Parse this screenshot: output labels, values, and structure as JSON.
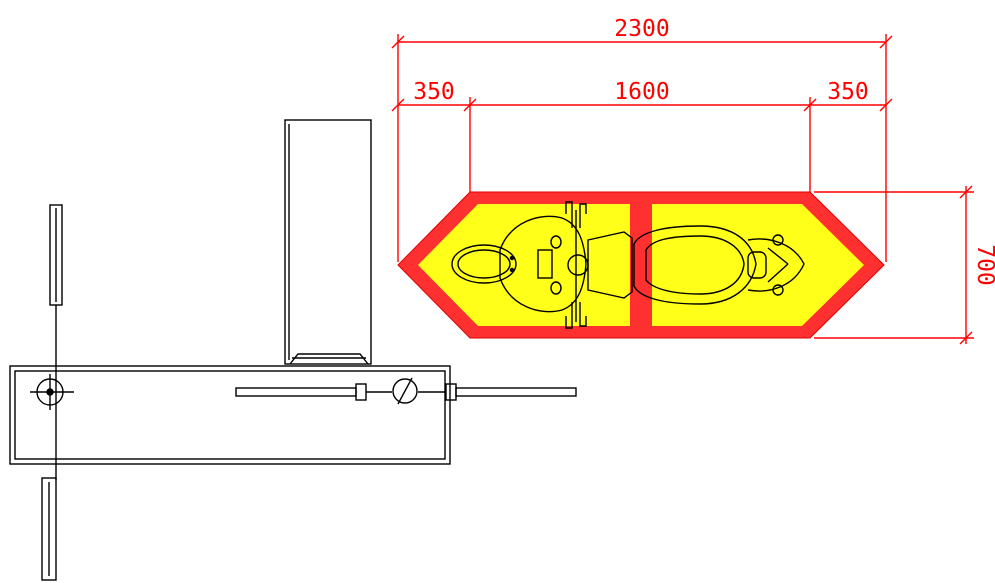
{
  "dimensions": {
    "overall_width": "2300",
    "left_taper": "350",
    "center_length": "1600",
    "right_taper": "350",
    "height": "700"
  },
  "colors": {
    "dimension": "#ff0000",
    "pad_fill": "#ffff1a",
    "pad_border": "#ff2a2a",
    "outline": "#000000"
  }
}
